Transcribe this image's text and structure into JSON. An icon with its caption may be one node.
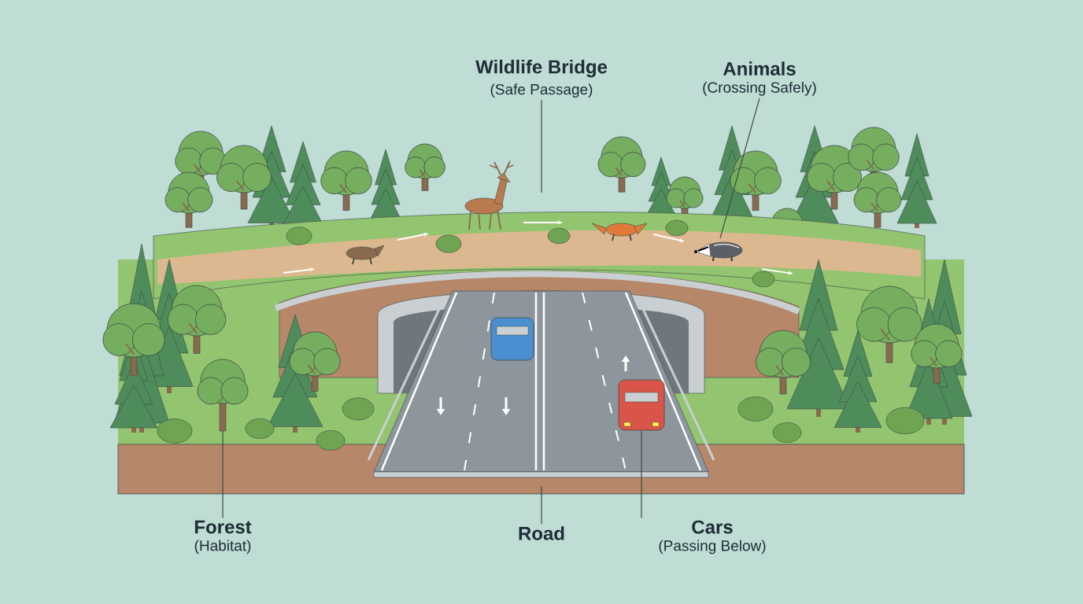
{
  "diagram": {
    "nodes": [
      {
        "text": [
          "Wildlife Bridge",
          "(Safe Passage)"
        ]
      },
      {
        "text": [],
        "shape": "picture"
      },
      {
        "text": [
          "Animals",
          "(Crossing Safely)"
        ]
      },
      {
        "text": [],
        "shape": "picture",
        "in": 1
      },
      {
        "text": [
          "Forest",
          "(Habitat)"
        ]
      },
      {
        "text": [],
        "shape": "picture"
      },
      {
        "text": [
          "Road"
        ]
      },
      {
        "text": [],
        "shape": "picture"
      },
      {
        "text": [
          "Cars",
          "(Passing Below)"
        ]
      },
      {
        "text": [],
        "shape": "picture",
        "in": 7
      }
    ],
    "edges": [
      {
        "from": 0,
        "to": 1,
        "arrow": "none"
      },
      {
        "from": 2,
        "to": 3,
        "arrow": "none"
      },
      {
        "from": 4,
        "to": 5,
        "arrow": "none"
      },
      {
        "from": 6,
        "to": 7,
        "arrow": "none"
      },
      {
        "from": 8,
        "to": 9,
        "arrow": "none"
      }
    ]
  }
}
